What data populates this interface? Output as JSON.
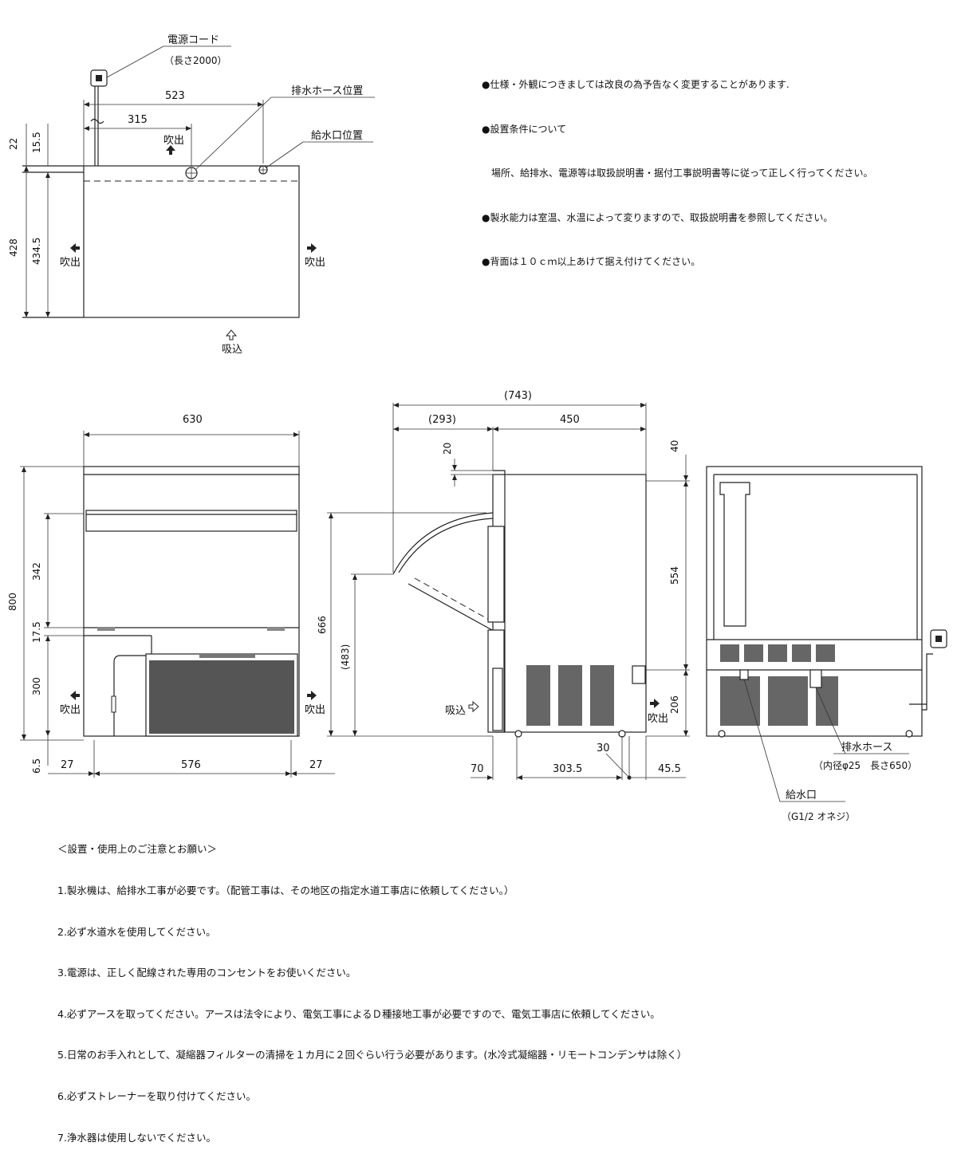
{
  "notes": [
    "●仕様・外観につきましては改良の為予告なく変更することがあります.",
    "●設置条件について",
    "　場所、給排水、電源等は取扱説明書・据付工事説明書等に従って正しく行ってください。",
    "●製氷能力は室温、水温によって変りますので、取扱説明書を参照してください。",
    "●背面は１０ｃｍ以上あけて据え付けてください。"
  ],
  "top_view": {
    "power_cord": "電源コード",
    "power_cord_length": "（長さ2000）",
    "drain_hose_position": "排水ホース位置",
    "water_inlet_position": "給水口位置",
    "dim_523": "523",
    "dim_315": "315",
    "dim_22": "22",
    "dim_15_5": "15.5",
    "dim_428": "428",
    "dim_434_5": "434.5",
    "blow_out": "吹出",
    "intake": "吸込"
  },
  "front_view": {
    "dim_630": "630",
    "dim_800": "800",
    "dim_342": "342",
    "dim_17_5": "17.5",
    "dim_300": "300",
    "dim_6_5": "6.5",
    "dim_27_left": "27",
    "dim_576": "576",
    "dim_27_right": "27",
    "blow_out": "吹出"
  },
  "side_view": {
    "dim_743": "(743)",
    "dim_293": "(293)",
    "dim_450": "450",
    "dim_20": "20",
    "dim_40": "40",
    "dim_554": "554",
    "dim_666": "666",
    "dim_483": "(483)",
    "dim_206": "206",
    "dim_70": "70",
    "dim_303_5": "303.5",
    "dim_30": "30",
    "dim_45_5": "45.5",
    "intake": "吸込",
    "blow_out": "吹出"
  },
  "rear_view": {
    "drain_hose": "排水ホース",
    "drain_hose_spec": "（内径φ25　長さ650）",
    "water_inlet": "給水口",
    "water_inlet_spec": "（G1/2 オネジ）"
  },
  "caution": {
    "title": "＜設置・使用上のご注意とお願い＞",
    "items": [
      "1.製氷機は、給排水工事が必要です。（配管工事は、その地区の指定水道工事店に依頼してください。）",
      "2.必ず水道水を使用してください。",
      "3.電源は、正しく配線された専用のコンセントをお使いください。",
      "4.必ずアースを取ってください。アースは法令により、電気工事によるＤ種接地工事が必要ですので、電気工事店に依頼してください。",
      "5.日常のお手入れとして、凝縮器フィルターの清掃を１カ月に２回ぐらい行う必要があります。(水冷式凝縮器・リモートコンデンサは除く）",
      "6.必ずストレーナーを取り付けてください。",
      "7.浄水器は使用しないでください。"
    ]
  }
}
